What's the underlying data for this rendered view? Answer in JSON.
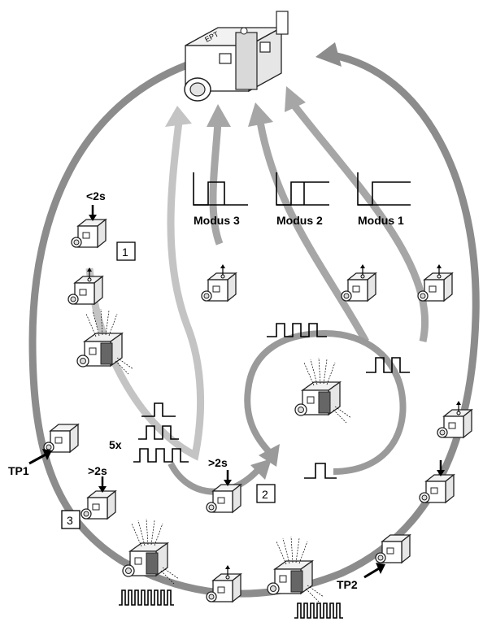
{
  "modes": {
    "mode3": "Modus 3",
    "mode2": "Modus 2",
    "mode1": "Modus 1"
  },
  "timing": {
    "short_press": "<2s",
    "long_press_upper": ">2s",
    "long_press_lower": ">2s",
    "repeat_count": "5x"
  },
  "steps": {
    "step1": "1",
    "step2": "2",
    "step3": "3"
  },
  "test_points": {
    "tp1": "TP1",
    "tp2": "TP2"
  },
  "device": {
    "label": "EPT"
  },
  "colors": {
    "outer_loop": "#8c8c8c",
    "mode_arrows": "#a6a6a6",
    "teach_path": "#bdbdbd",
    "center_loop": "#9a9a9a"
  }
}
